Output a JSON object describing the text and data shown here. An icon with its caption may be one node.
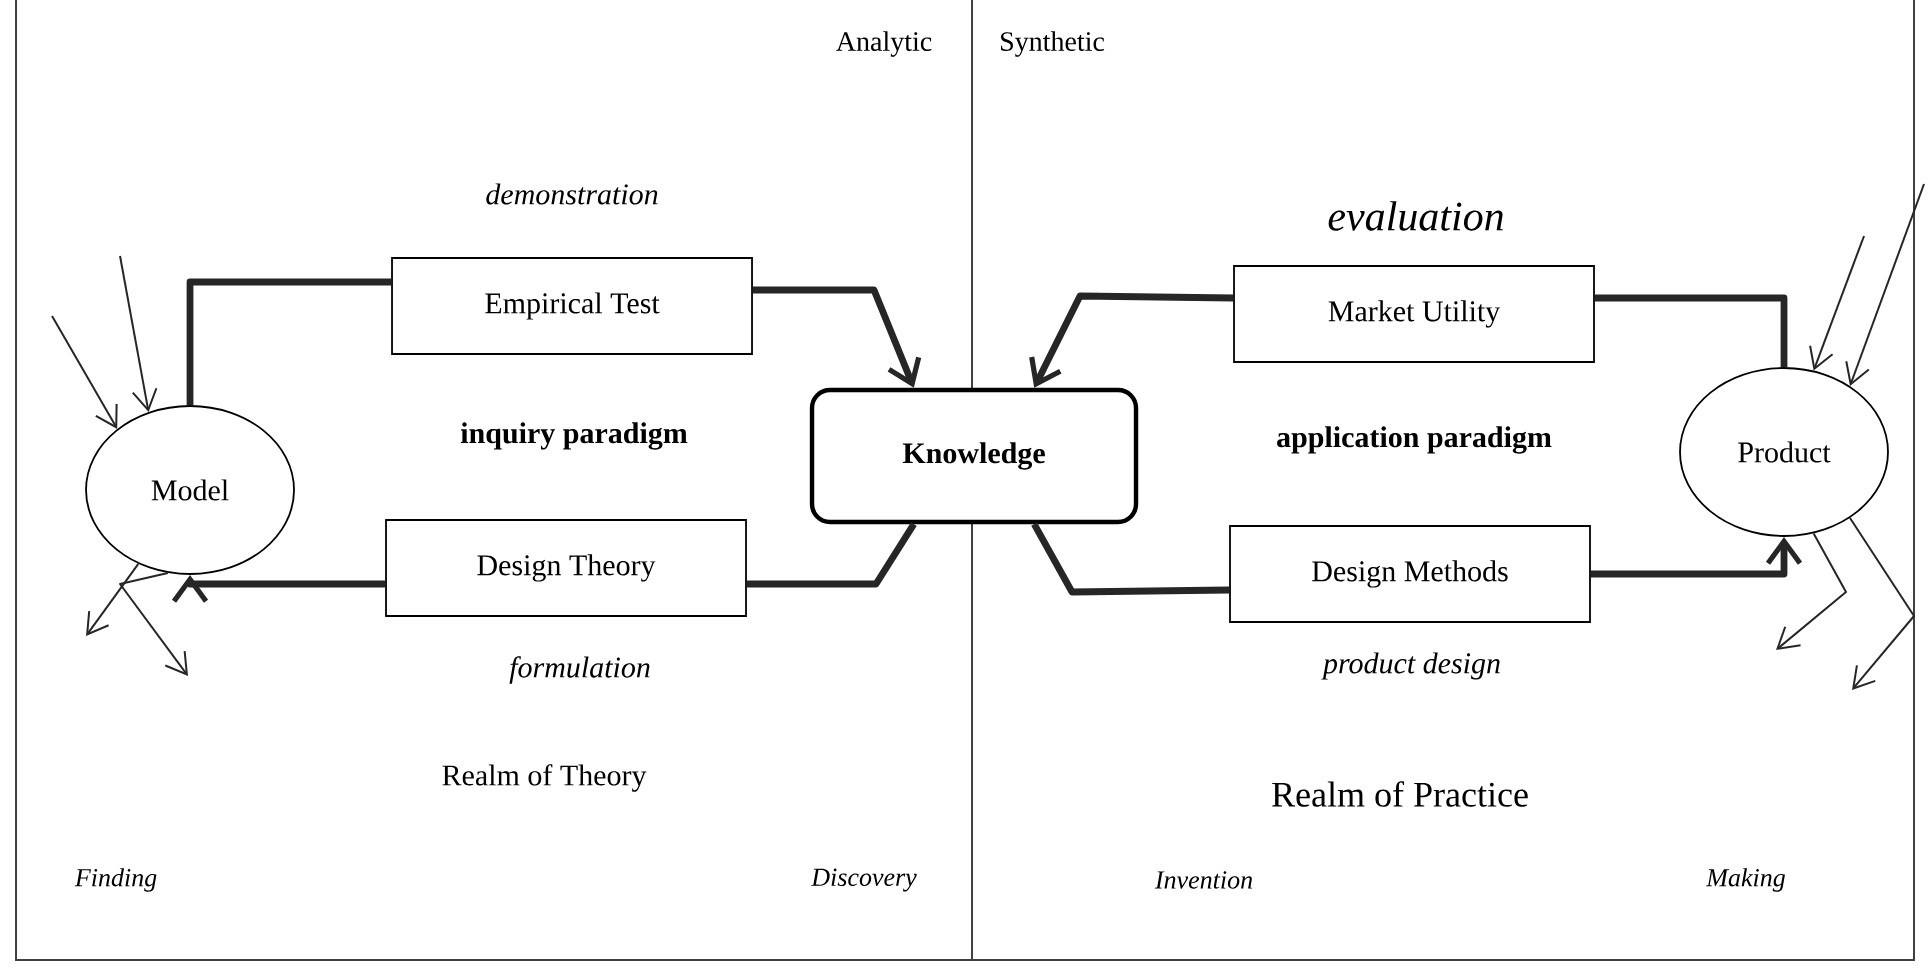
{
  "diagram": {
    "nodes": [
      {
        "text": [
          "Model"
        ]
      },
      {
        "text": [
          "Empirical Test"
        ]
      },
      {
        "text": [
          "Knowledge"
        ]
      },
      {
        "text": [
          "Design Theory"
        ]
      },
      {
        "text": [
          "Market Utility"
        ]
      },
      {
        "text": [
          "Product"
        ]
      },
      {
        "text": [
          "Design Methods"
        ]
      }
    ],
    "edges": [
      {
        "from": 0,
        "to": 1,
        "arrow": "none",
        "style": "thick"
      },
      {
        "from": 1,
        "to": 2,
        "arrow": "to",
        "style": "thick"
      },
      {
        "from": 2,
        "to": 3,
        "arrow": "none",
        "style": "thick"
      },
      {
        "from": 3,
        "to": 0,
        "arrow": "to",
        "style": "thick"
      },
      {
        "from": 5,
        "to": 4,
        "arrow": "none",
        "style": "thick"
      },
      {
        "from": 4,
        "to": 2,
        "arrow": "to",
        "style": "thick"
      },
      {
        "from": 2,
        "to": 6,
        "arrow": "none",
        "style": "thick"
      },
      {
        "from": 6,
        "to": 5,
        "arrow": "to",
        "style": "thick"
      },
      {
        "from": null,
        "to": 0,
        "arrow": "to"
      },
      {
        "from": null,
        "to": 0,
        "arrow": "to"
      },
      {
        "from": 0,
        "to": null,
        "arrow": "to"
      },
      {
        "from": 0,
        "to": null,
        "arrow": "to"
      },
      {
        "from": null,
        "to": 5,
        "arrow": "to"
      },
      {
        "from": null,
        "to": 5,
        "arrow": "to"
      },
      {
        "from": 5,
        "to": null,
        "arrow": "to"
      },
      {
        "from": 5,
        "to": null,
        "arrow": "to"
      }
    ],
    "labels": [
      "Analytic",
      "Synthetic",
      "demonstration",
      "evaluation",
      "inquiry paradigm",
      "application paradigm",
      "formulation",
      "product design",
      "Realm of Theory",
      "Realm of Practice",
      "Finding",
      "Discovery",
      "Invention",
      "Making"
    ]
  }
}
